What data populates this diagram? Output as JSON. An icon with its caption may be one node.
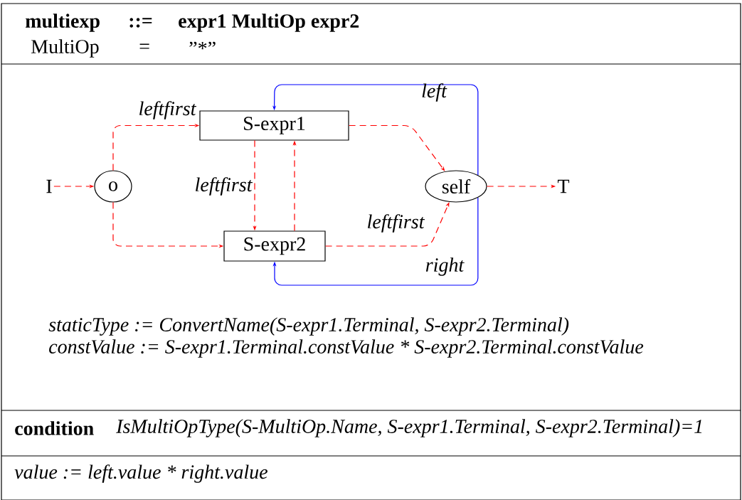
{
  "diagram": {
    "nodes": [
      {
        "text": [
          "I"
        ]
      },
      {
        "text": [
          "o"
        ]
      },
      {
        "text": [
          "S-expr1"
        ]
      },
      {
        "text": [
          "S-expr2"
        ]
      },
      {
        "text": [
          "self"
        ]
      },
      {
        "text": [
          "T"
        ]
      }
    ],
    "edges": [
      {
        "from": 0,
        "to": 1,
        "arrow": "to",
        "style": "dashed",
        "color": "#ff0000"
      },
      {
        "from": 1,
        "to": 2,
        "arrow": "to",
        "label": "leftfirst",
        "style": "dashed",
        "color": "#ff0000"
      },
      {
        "from": 1,
        "to": 3,
        "arrow": "to",
        "style": "dashed",
        "color": "#ff0000"
      },
      {
        "from": 2,
        "to": 3,
        "arrow": "to",
        "label": "leftfirst",
        "style": "dashed",
        "color": "#ff0000"
      },
      {
        "from": 3,
        "to": 2,
        "arrow": "to",
        "style": "dashed",
        "color": "#ff0000"
      },
      {
        "from": 2,
        "to": 4,
        "arrow": "to",
        "style": "dashed",
        "color": "#ff0000"
      },
      {
        "from": 3,
        "to": 4,
        "arrow": "to",
        "label": "leftfirst",
        "style": "dashed",
        "color": "#ff0000"
      },
      {
        "from": 4,
        "to": 5,
        "arrow": "to",
        "style": "dashed",
        "color": "#ff0000"
      },
      {
        "from": 4,
        "to": 2,
        "arrow": "to",
        "label": "left",
        "color": "#0000ff"
      },
      {
        "from": 4,
        "to": 3,
        "arrow": "to",
        "label": "right",
        "color": "#0000ff"
      }
    ],
    "labels": [
      "multiexp",
      "::=",
      "expr1 MultiOp expr2",
      "MultiOp",
      "=",
      "”*”",
      "staticType := ConvertName(S-expr1.Terminal, S-expr2.Terminal)",
      "constValue := S-expr1.Terminal.constValue * S-expr2.Terminal.constValue",
      "condition",
      "IsMultiOpType(S-MultiOp.Name, S-expr1.Terminal, S-expr2.Terminal)=1",
      "value := left.value * right.value"
    ]
  }
}
